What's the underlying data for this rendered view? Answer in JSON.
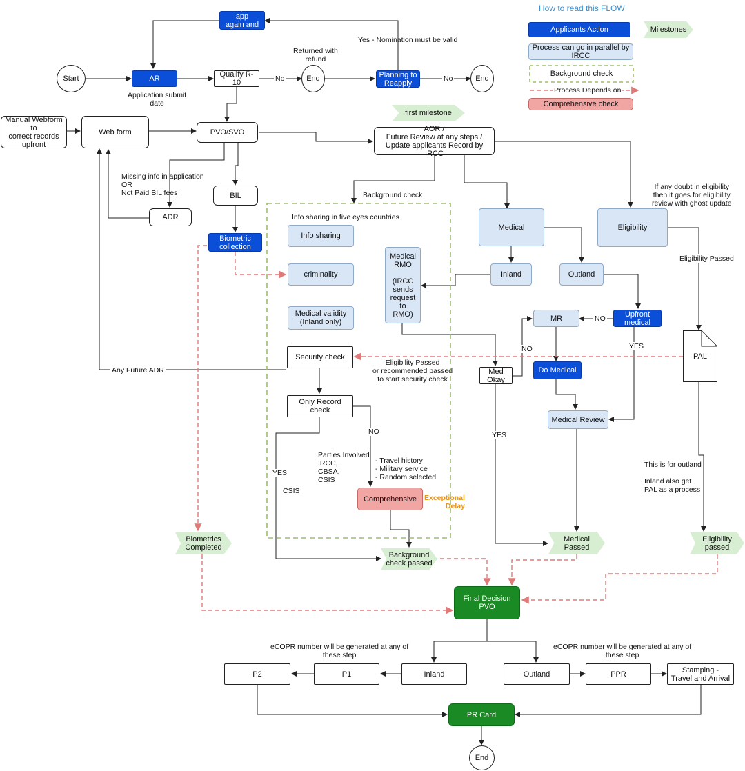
{
  "legend": {
    "title": "How to read this FLOW",
    "applicants_action": "Applicants Action",
    "milestones": "Milestones",
    "parallel": "Process can go in parallel by IRCC",
    "background_check": "Background check",
    "depends_on": "Process Depends on",
    "comprehensive_check": "Comprehensive check"
  },
  "nodes": {
    "start": "Start",
    "ar": "AR",
    "prepare_app": "Prepare app\nagain and pay",
    "qualify": "Qualify R-10",
    "end1": "End",
    "planning": "Planning to\nReapply",
    "end2": "End",
    "manual_webform": "Manual Webform to\ncorrect records\nupfront",
    "web_form": "Web form",
    "pvo_svo": "PVO/SVO",
    "first_milestone": "first milestone",
    "aor": "AOR /\nFuture Review at any steps /\nUpdate applicants Record by IRCC",
    "bil": "BIL",
    "adr": "ADR",
    "biometric_collection": "Biometric\ncollection",
    "info_sharing": "Info sharing",
    "criminality": "criminality",
    "medical_validity": "Medical validity\n(Inland only)",
    "medical_rmo": "Medical\nRMO\n\n(IRCC\nsends\nrequest to\nRMO)",
    "medical": "Medical",
    "eligibility": "Eligibility",
    "inland_med": "Inland",
    "outland_med": "Outland",
    "upfront_medical": "Upfront\nmedical",
    "mr": "MR",
    "pal": "PAL",
    "security_check": "Security check",
    "med_okay": "Med Okay",
    "do_medical": "Do Medical",
    "only_record_check": "Only Record check",
    "medical_review": "Medical Review",
    "comprehensive": "Comprehensive",
    "biometrics_completed": "Biometrics\nCompleted",
    "background_passed": "Background\ncheck passed",
    "medical_passed": "Medical\nPassed",
    "eligibility_passed_ms": "Eligibility\npassed",
    "final_decision": "Final Decision\nPVO",
    "p2": "P2",
    "p1": "P1",
    "inland_final": "Inland",
    "outland_final": "Outland",
    "ppr": "PPR",
    "stamping": "Stamping -\nTravel and Arrival",
    "pr_card": "PR Card",
    "end3": "End"
  },
  "labels": {
    "app_submit_date": "Application submit\ndate",
    "returned_refund": "Returned with\nrefund",
    "nomination_valid": "Yes - Nomination must be valid",
    "no1": "No",
    "no2": "No",
    "missing_info": "Missing info in application\nOR\nNot Paid BIL fees",
    "background_check_lbl": "Background check",
    "info_five_eyes": "Info sharing in five eyes countries",
    "doubt_eligibility": "If any doubt in eligibility\nthen it goes for eligibility\nreview with ghost update",
    "eligibility_passed": "Eligibility Passed",
    "no_upfront": "NO",
    "no_medokay": "NO",
    "yes_upfront": "YES",
    "elig_passed_sec": "Eligibility Passed\nor recommended passed\nto start security check",
    "any_future_adr": "Any Future ADR",
    "no_record": "NO",
    "yes_medokay": "YES",
    "parties_involved": "Parties Involved\nIRCC,\nCBSA,\nCSIS",
    "travel_history": "- Travel history\n - Military service\n - Random selected",
    "yes_csis": "YES",
    "csis": "CSIS",
    "exceptional_delay": "Exceptional\nDelay",
    "outland_note": "This is for outland\n\nInland also get\nPAL as a process",
    "ecopr_left": "eCOPR number will be generated at any of\nthese step",
    "ecopr_right": "eCOPR number will be generated at any of\nthese step"
  },
  "colors": {
    "applicant_blue": "#0b4fd9",
    "parallel_blue": "#d8e6f6",
    "milestone_green": "#d8eed3",
    "comprehensive_red": "#f2a6a3",
    "final_green": "#1a8a24",
    "depends_dash": "#e07a78",
    "background_dash": "#9bbf6a",
    "legend_title": "#3a8fd0",
    "exceptional": "#e8961a"
  }
}
